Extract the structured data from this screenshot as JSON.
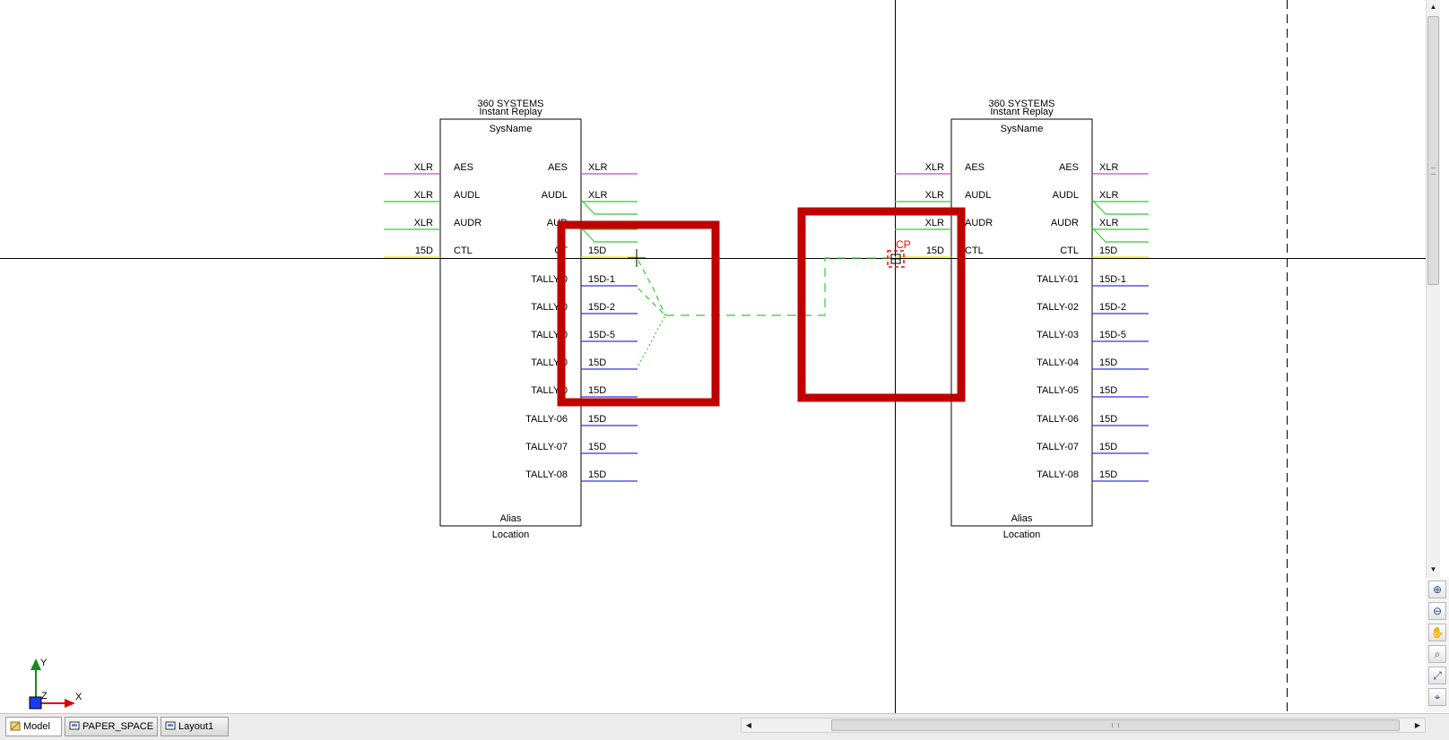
{
  "left_block": {
    "manufacturer": "360 SYSTEMS",
    "model": "Instant Replay",
    "sysname": "SysName",
    "alias": "Alias",
    "location": "Location",
    "inputs": [
      {
        "port": "AES",
        "connector": "XLR",
        "color": "#cc44cc"
      },
      {
        "port": "AUDL",
        "connector": "XLR",
        "color": "#33cc33"
      },
      {
        "port": "AUDR",
        "connector": "XLR",
        "color": "#33cc33"
      },
      {
        "port": "CTL",
        "connector": "15D",
        "color": "#e6e600"
      }
    ],
    "outputs": [
      {
        "port": "AES",
        "connector": "XLR",
        "color": "#cc44cc"
      },
      {
        "port": "AUDL",
        "connector": "XLR",
        "color": "#33cc33"
      },
      {
        "port": "AUD",
        "connector": "",
        "color": "#33cc33"
      },
      {
        "port": "CT",
        "connector": "15D",
        "color": "#e6e600"
      },
      {
        "port": "TALLY-0",
        "connector": "15D-1",
        "color": "#3333ee"
      },
      {
        "port": "TALLY-0",
        "connector": "15D-2",
        "color": "#3333ee"
      },
      {
        "port": "TALLY-0",
        "connector": "15D-5",
        "color": "#3333ee"
      },
      {
        "port": "TALLY-0",
        "connector": "15D",
        "color": "#3333ee"
      },
      {
        "port": "TALLY-0",
        "connector": "15D",
        "color": "#3333ee"
      },
      {
        "port": "TALLY-06",
        "connector": "15D",
        "color": "#3333ee"
      },
      {
        "port": "TALLY-07",
        "connector": "15D",
        "color": "#3333ee"
      },
      {
        "port": "TALLY-08",
        "connector": "15D",
        "color": "#3333ee"
      }
    ]
  },
  "right_block": {
    "manufacturer": "360 SYSTEMS",
    "model": "Instant Replay",
    "sysname": "SysName",
    "alias": "Alias",
    "location": "Location",
    "inputs": [
      {
        "port": "AES",
        "connector": "XLR",
        "color": "#cc44cc"
      },
      {
        "port": "AUDL",
        "connector": "XLR",
        "color": "#33cc33"
      },
      {
        "port": "AUDR",
        "connector": "XLR",
        "color": "#33cc33"
      },
      {
        "port": "CTL",
        "connector": "15D",
        "color": "#e6e600"
      }
    ],
    "outputs": [
      {
        "port": "AES",
        "connector": "XLR",
        "color": "#cc44cc"
      },
      {
        "port": "AUDL",
        "connector": "XLR",
        "color": "#33cc33"
      },
      {
        "port": "AUDR",
        "connector": "XLR",
        "color": "#33cc33"
      },
      {
        "port": "CTL",
        "connector": "15D",
        "color": "#e6e600"
      },
      {
        "port": "TALLY-01",
        "connector": "15D-1",
        "color": "#3333ee"
      },
      {
        "port": "TALLY-02",
        "connector": "15D-2",
        "color": "#3333ee"
      },
      {
        "port": "TALLY-03",
        "connector": "15D-5",
        "color": "#3333ee"
      },
      {
        "port": "TALLY-04",
        "connector": "15D",
        "color": "#3333ee"
      },
      {
        "port": "TALLY-05",
        "connector": "15D",
        "color": "#3333ee"
      },
      {
        "port": "TALLY-06",
        "connector": "15D",
        "color": "#3333ee"
      },
      {
        "port": "TALLY-07",
        "connector": "15D",
        "color": "#3333ee"
      },
      {
        "port": "TALLY-08",
        "connector": "15D",
        "color": "#3333ee"
      }
    ]
  },
  "snap_marker": {
    "label": "CP",
    "color": "#ff0000"
  },
  "highlight_color": "#c00000",
  "wire_color": "#33cc33",
  "ucs": {
    "y": "Y",
    "x": "X",
    "z": "Z"
  },
  "tabs": [
    {
      "label": "Model",
      "active": true
    },
    {
      "label": "PAPER_SPACE",
      "active": false
    },
    {
      "label": "Layout1",
      "active": false
    }
  ],
  "tools": [
    "zoom-in-icon",
    "zoom-out-icon",
    "pan-hand-icon",
    "zoom-window-icon",
    "zoom-extents-icon",
    "zoom-realtime-icon"
  ]
}
